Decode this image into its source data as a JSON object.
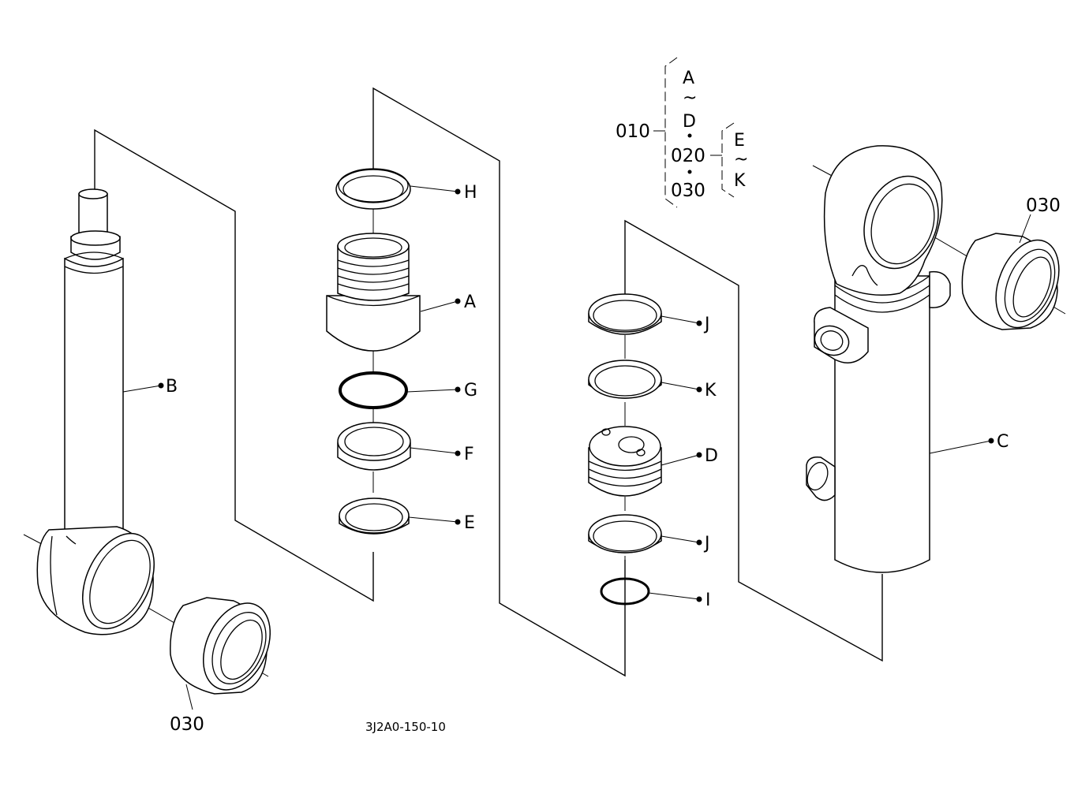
{
  "diagram": {
    "labels": {
      "A": "A",
      "B": "B",
      "C": "C",
      "D": "D",
      "E": "E",
      "F": "F",
      "G": "G",
      "H": "H",
      "I": "I",
      "J": "J",
      "K": "K"
    },
    "part_numbers": {
      "p010": "010",
      "p020": "020",
      "p030": "030"
    },
    "legend": {
      "group1_start": "A",
      "group1_end": "D",
      "group2_start": "E",
      "group2_end": "K",
      "range_symbol": "~"
    },
    "drawing_code": "3J2A0-150-10"
  }
}
